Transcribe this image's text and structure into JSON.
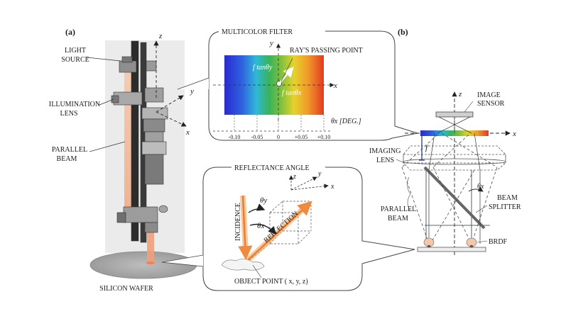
{
  "panel_a": {
    "label": "(a)",
    "light_source": [
      "LIGHT",
      "SOURCE"
    ],
    "illumination_lens": [
      "ILLUMINATION",
      "LENS"
    ],
    "parallel_beam": [
      "PARALLEL",
      "BEAM"
    ],
    "silicon_wafer": "SILICON WAFER",
    "axis_z": "z",
    "axis_y": "y",
    "axis_x": "x"
  },
  "filter_callout": {
    "title": "MULTICOLOR FILTER",
    "rays_passing_point": "RAY'S PASSING POINT",
    "axis_y": "y",
    "axis_x": "x",
    "f_tan_theta_y": "f tanθy",
    "f_tan_theta_x": "f tanθx",
    "theta_x_deg": "θx [DEG.]",
    "ticks": [
      "-0.10",
      "-0.05",
      "0",
      "+0.05",
      "+0.10"
    ]
  },
  "reflectance_callout": {
    "title": "REFLECTANCE ANGLE",
    "incidence": "INCIDENCE",
    "reflection": "REFLECTION",
    "theta_y": "θy",
    "theta_x": "θx",
    "object_point": "OBJECT POINT ( x, y, z)",
    "axis_z": "z",
    "axis_y": "y",
    "axis_x": "x"
  },
  "panel_b": {
    "label": "(b)",
    "axis_z": "z",
    "axis_x": "x",
    "image_sensor": [
      "IMAGE",
      "SENSOR"
    ],
    "imaging_lens": [
      "IMAGING",
      "LENS"
    ],
    "f_label": "f",
    "theta_x": "θx",
    "beam_splitter": [
      "BEAM",
      "SPLITTER"
    ],
    "parallel_beam": [
      "PARALLEL",
      "BEAM"
    ],
    "brdf": "BRDF"
  }
}
